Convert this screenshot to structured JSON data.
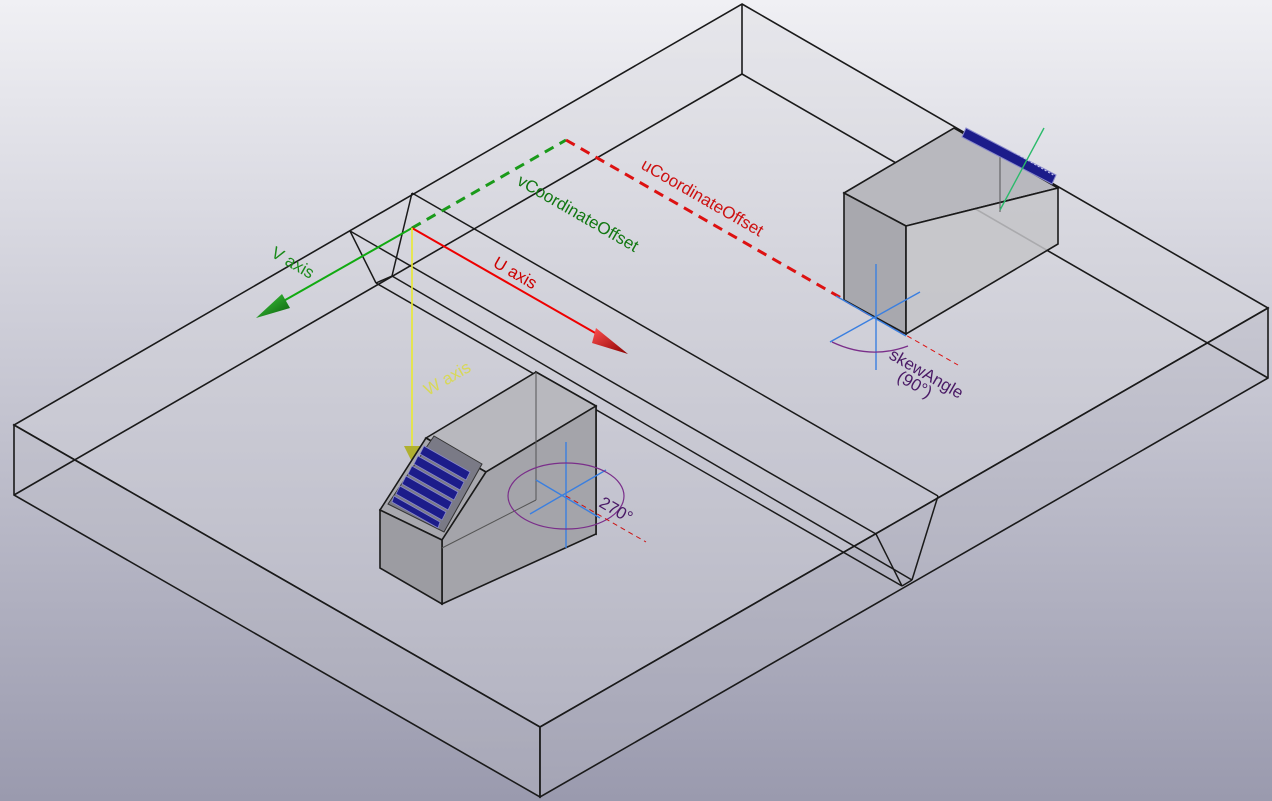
{
  "labels": {
    "u_axis": "U axis",
    "v_axis": "V axis",
    "w_axis": "W axis",
    "u_offset": "uCoordinateOffset",
    "v_offset": "vCoordinateOffset",
    "skew_name": "skewAngle",
    "skew_value": "(90°)",
    "rotation_value": "270°"
  },
  "colors": {
    "background_top": "#ededf2",
    "background_bottom": "#9c9cb0",
    "slab_edge": "#1a1a1a",
    "u_axis": "#e00000",
    "v_axis": "#119911",
    "w_axis": "#e8e830",
    "u_offset": "#cc1111",
    "v_offset": "#117711",
    "skew_label": "#4a1a66",
    "local_axes": "#3a7fe0",
    "angle_arc": "#7a2e8a",
    "box_front": "#a9a9ad",
    "box_side": "#c8c8cc",
    "box_top": "#bcbcc2",
    "panel_blue": "#1c1c8a"
  },
  "icons": {
    "u_arrowhead": "cone-arrow-icon",
    "v_arrowhead": "cone-arrow-icon",
    "w_arrowhead": "cone-arrow-icon"
  }
}
